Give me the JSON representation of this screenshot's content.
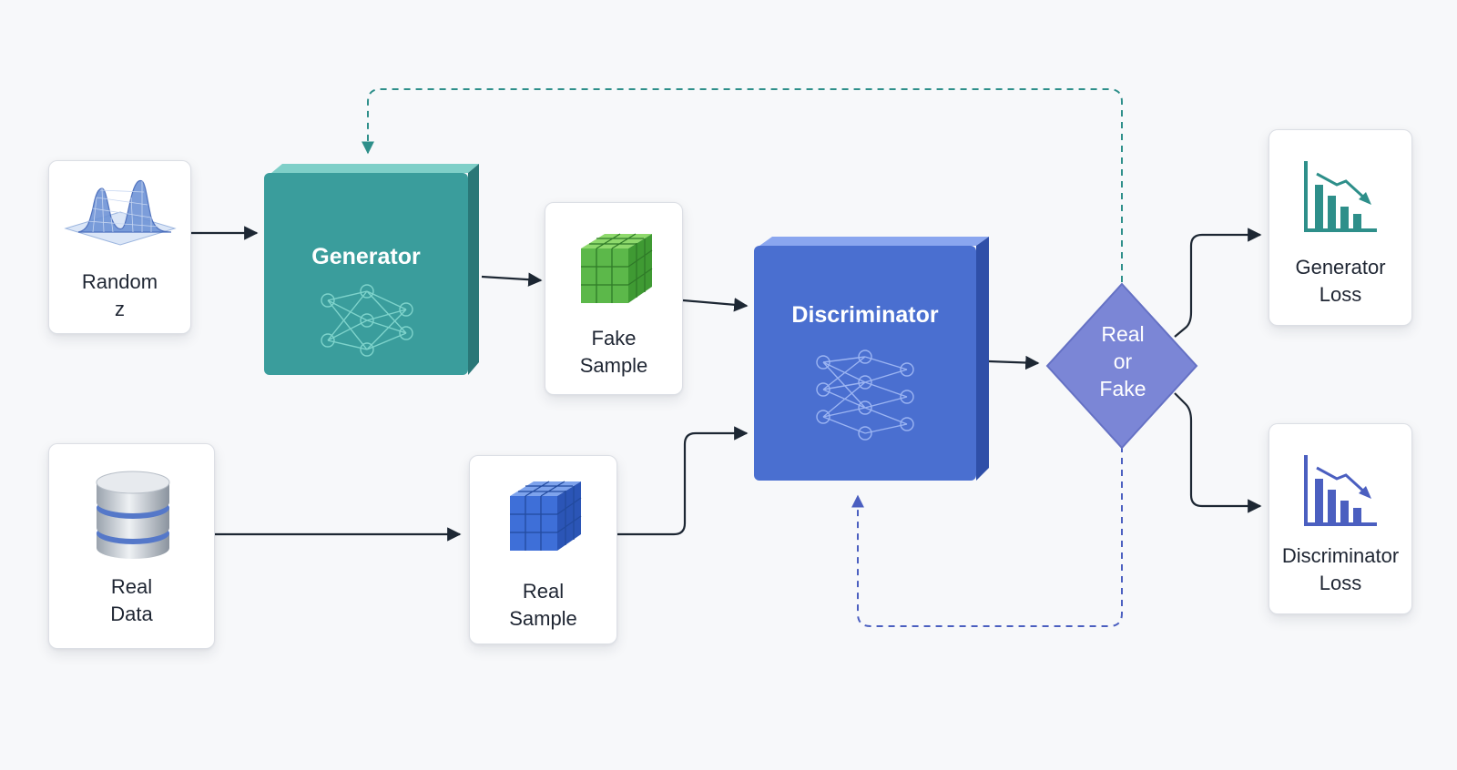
{
  "nodes": {
    "random_z": {
      "line1": "Random",
      "line2": "z"
    },
    "real_data": {
      "line1": "Real",
      "line2": "Data"
    },
    "generator": {
      "title": "Generator"
    },
    "fake_sample": {
      "line1": "Fake",
      "line2": "Sample"
    },
    "real_sample": {
      "line1": "Real",
      "line2": "Sample"
    },
    "discriminator": {
      "title": "Discriminator"
    },
    "decision": {
      "line1": "Real",
      "line2": "or",
      "line3": "Fake"
    },
    "generator_loss": {
      "line1": "Generator",
      "line2": "Loss"
    },
    "discriminator_loss": {
      "line1": "Discriminator",
      "line2": "Loss"
    }
  },
  "colors": {
    "generator": "#3a9d9c",
    "discriminator": "#4a6fd0",
    "decision": "#7b86d6",
    "teal_feedback": "#2e8f8a",
    "blue_feedback": "#4b5fc0",
    "fake_cube": "#5cb84a",
    "real_cube": "#3e6fd8",
    "arrow": "#1d2733"
  },
  "icons": {
    "random_z": "gaussian-surface-icon",
    "real_data": "database-icon",
    "fake_sample": "green-cube-icon",
    "real_sample": "blue-cube-icon",
    "generator": "neural-network-icon",
    "discriminator": "neural-network-icon",
    "generator_loss": "decreasing-bar-chart-icon",
    "discriminator_loss": "decreasing-bar-chart-icon"
  }
}
